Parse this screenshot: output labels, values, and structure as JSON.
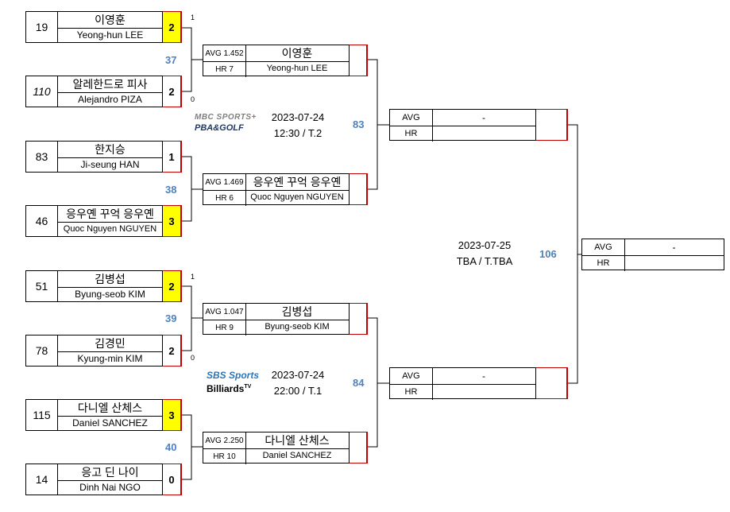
{
  "round1": [
    {
      "seed": "19",
      "name_ko": "이영훈",
      "name_en": "Yeong-hun LEE",
      "score": "2",
      "winner": true
    },
    {
      "seed": "110",
      "name_ko": "알레한드로 피사",
      "name_en": "Alejandro PIZA",
      "score": "2",
      "winner": false
    },
    {
      "seed": "83",
      "name_ko": "한지승",
      "name_en": "Ji-seung HAN",
      "score": "1",
      "winner": false
    },
    {
      "seed": "46",
      "name_ko": "응우옌 꾸억 응우옌",
      "name_en": "Quoc Nguyen NGUYEN",
      "score": "3",
      "winner": true
    },
    {
      "seed": "51",
      "name_ko": "김병섭",
      "name_en": "Byung-seob KIM",
      "score": "2",
      "winner": true
    },
    {
      "seed": "78",
      "name_ko": "김경민",
      "name_en": "Kyung-min KIM",
      "score": "2",
      "winner": false
    },
    {
      "seed": "115",
      "name_ko": "다니엘 산체스",
      "name_en": "Daniel SANCHEZ",
      "score": "3",
      "winner": true
    },
    {
      "seed": "14",
      "name_ko": "응고 딘 나이",
      "name_en": "Dinh Nai NGO",
      "score": "0",
      "winner": false
    }
  ],
  "tiebreak": {
    "m37_top": "1",
    "m37_bottom": "0",
    "m39_top": "1",
    "m39_bottom": "0"
  },
  "match_numbers": {
    "m37": "37",
    "m38": "38",
    "m39": "39",
    "m40": "40",
    "m83": "83",
    "m84": "84",
    "m106": "106"
  },
  "round2": [
    {
      "avg": "AVG 1.452",
      "hr": "HR 7",
      "name_ko": "이영훈",
      "name_en": "Yeong-hun LEE"
    },
    {
      "avg": "AVG 1.469",
      "hr": "HR 6",
      "name_ko": "응우옌 꾸억 응우옌",
      "name_en": "Quoc Nguyen NGUYEN"
    },
    {
      "avg": "AVG 1.047",
      "hr": "HR 9",
      "name_ko": "김병섭",
      "name_en": "Byung-seob KIM"
    },
    {
      "avg": "AVG 2.250",
      "hr": "HR 10",
      "name_ko": "다니엘 산체스",
      "name_en": "Daniel SANCHEZ"
    }
  ],
  "semis": [
    {
      "avg_label": "AVG",
      "hr_label": "HR",
      "value": "-"
    },
    {
      "avg_label": "AVG",
      "hr_label": "HR",
      "value": "-"
    }
  ],
  "final": {
    "avg_label": "AVG",
    "hr_label": "HR",
    "value": "-"
  },
  "schedule_top": {
    "date": "2023-07-24",
    "time": "12:30 / T.2"
  },
  "schedule_bottom": {
    "date": "2023-07-24",
    "time": "22:00 / T.1"
  },
  "schedule_final": {
    "date": "2023-07-25",
    "time": "TBA / T.TBA"
  },
  "logo_top": {
    "line1": "MBC SPORTS+",
    "line2": "PBA&GOLF"
  },
  "logo_bottom": {
    "line1": "SBS Sports",
    "line2": "Billiards",
    "line2_sup": "TV"
  },
  "colors": {
    "winner": "#ffff00",
    "match_number": "#4f81bd",
    "line_red": "#c00000"
  }
}
